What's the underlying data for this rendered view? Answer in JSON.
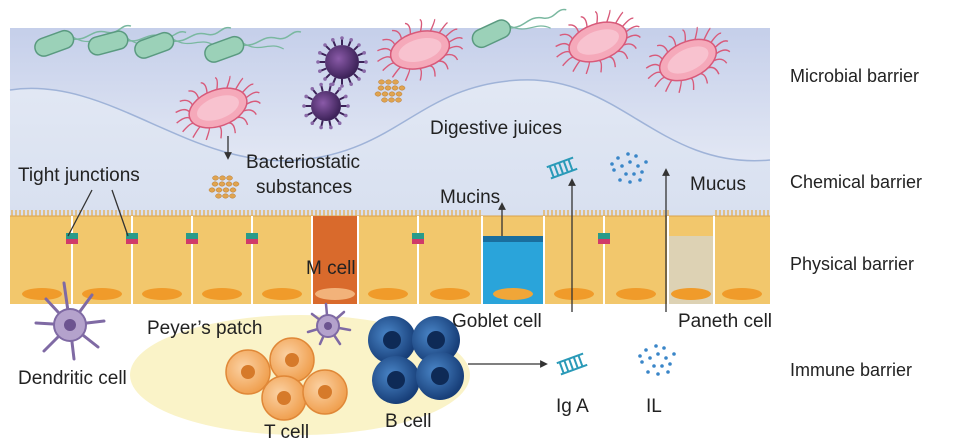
{
  "barriers": {
    "microbial": "Microbial barrier",
    "chemical": "Chemical barrier",
    "physical": "Physical barrier",
    "immune": "Immune barrier"
  },
  "labels": {
    "digestive_juices": "Digestive juices",
    "bacteriostatic_line1": "Bacteriostatic",
    "bacteriostatic_line2": "substances",
    "tight_junctions": "Tight junctions",
    "mucins": "Mucins",
    "mucus": "Mucus",
    "m_cell": "M cell",
    "goblet_cell": "Goblet cell",
    "paneth_cell": "Paneth cell",
    "peyers_patch": "Peyer’s patch",
    "dendritic_cell": "Dendritic cell",
    "t_cell": "T cell",
    "b_cell": "B cell",
    "iga": "Ig A",
    "il": "IL"
  },
  "colors": {
    "lumen_top": "#c9d3ec",
    "lumen_bottom": "#e7ecf6",
    "epithelium": "#f2c76c",
    "epithelium_edge": "#e0a444",
    "nucleus": "#f09b2a",
    "m_cell": "#d96a2c",
    "goblet_cell": "#2aa4da",
    "paneth_cell": "#ddd2b4",
    "bacteria_green": "#8fc9b0",
    "bacteria_pink": "#f29aae",
    "virus": "#5a3a7a",
    "t_cell": "#f4a45a",
    "b_cell": "#2a5a9a",
    "patch": "#faf3c8",
    "dendritic": "#9a86b8"
  }
}
